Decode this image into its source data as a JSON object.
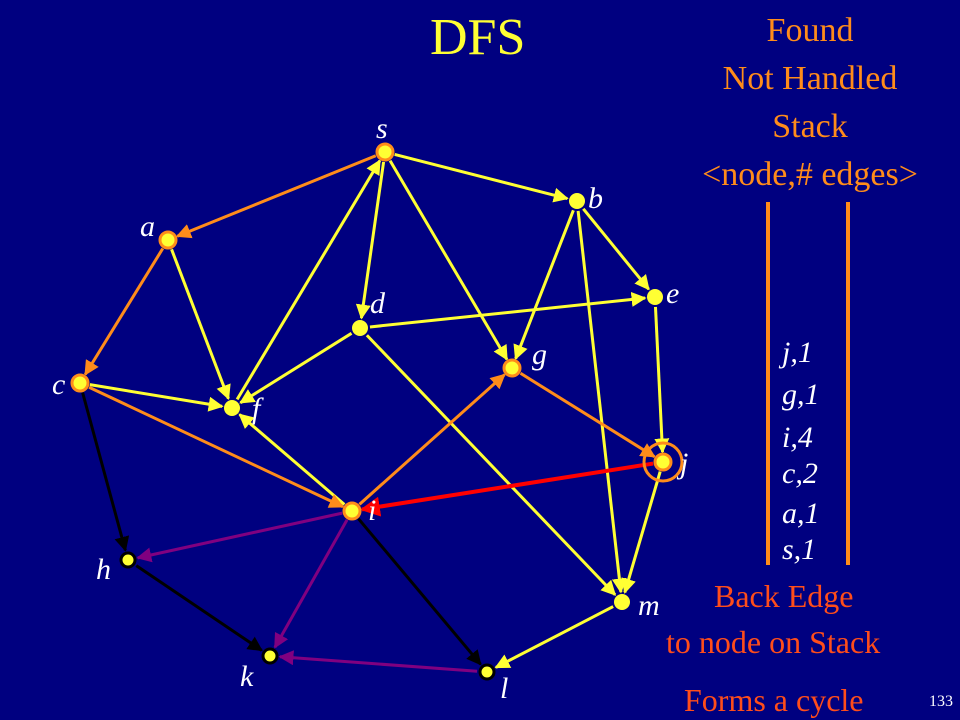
{
  "title": "DFS",
  "legend": {
    "found": "Found",
    "not_handled": "Not Handled",
    "stack": "Stack",
    "format": "<node,# edges>"
  },
  "nodes": [
    {
      "id": "s",
      "label": "s",
      "state": "handled"
    },
    {
      "id": "a",
      "label": "a",
      "state": "handled"
    },
    {
      "id": "b",
      "label": "b",
      "state": "unfound"
    },
    {
      "id": "c",
      "label": "c",
      "state": "handled"
    },
    {
      "id": "d",
      "label": "d",
      "state": "unfound"
    },
    {
      "id": "e",
      "label": "e",
      "state": "unfound"
    },
    {
      "id": "f",
      "label": "f",
      "state": "unfound"
    },
    {
      "id": "g",
      "label": "g",
      "state": "handled"
    },
    {
      "id": "i",
      "label": "i",
      "state": "handled"
    },
    {
      "id": "j",
      "label": "j",
      "state": "current"
    },
    {
      "id": "h",
      "label": "h",
      "state": "visited"
    },
    {
      "id": "k",
      "label": "k",
      "state": "visited"
    },
    {
      "id": "l",
      "label": "l",
      "state": "visited"
    },
    {
      "id": "m",
      "label": "m",
      "state": "unfound"
    }
  ],
  "edges": [
    {
      "from": "s",
      "to": "a",
      "kind": "tree"
    },
    {
      "from": "s",
      "to": "b",
      "kind": "normal"
    },
    {
      "from": "s",
      "to": "d",
      "kind": "normal"
    },
    {
      "from": "s",
      "to": "g",
      "kind": "normal"
    },
    {
      "from": "a",
      "to": "c",
      "kind": "tree"
    },
    {
      "from": "a",
      "to": "f",
      "kind": "normal"
    },
    {
      "from": "b",
      "to": "e",
      "kind": "normal"
    },
    {
      "from": "b",
      "to": "g",
      "kind": "normal"
    },
    {
      "from": "b",
      "to": "m",
      "kind": "normal"
    },
    {
      "from": "d",
      "to": "e",
      "kind": "normal"
    },
    {
      "from": "d",
      "to": "f",
      "kind": "normal"
    },
    {
      "from": "d",
      "to": "m",
      "kind": "normal"
    },
    {
      "from": "e",
      "to": "j",
      "kind": "normal"
    },
    {
      "from": "f",
      "to": "s",
      "kind": "normal"
    },
    {
      "from": "i",
      "to": "f",
      "kind": "normal"
    },
    {
      "from": "c",
      "to": "f",
      "kind": "normal"
    },
    {
      "from": "c",
      "to": "i",
      "kind": "tree"
    },
    {
      "from": "c",
      "to": "h",
      "kind": "done"
    },
    {
      "from": "h",
      "to": "k",
      "kind": "done"
    },
    {
      "from": "i",
      "to": "g",
      "kind": "tree"
    },
    {
      "from": "i",
      "to": "h",
      "kind": "cross"
    },
    {
      "from": "i",
      "to": "k",
      "kind": "cross"
    },
    {
      "from": "i",
      "to": "l",
      "kind": "done"
    },
    {
      "from": "l",
      "to": "k",
      "kind": "cross"
    },
    {
      "from": "g",
      "to": "j",
      "kind": "tree"
    },
    {
      "from": "j",
      "to": "m",
      "kind": "normal"
    },
    {
      "from": "m",
      "to": "l",
      "kind": "normal"
    },
    {
      "from": "j",
      "to": "i",
      "kind": "back"
    }
  ],
  "stack": [
    "j,1",
    "g,1",
    "i,4",
    "c,2",
    "a,1",
    "s,1"
  ],
  "notes": {
    "back_edge": "Back Edge",
    "to_node": "to node on Stack",
    "cycle": "Forms a cycle"
  },
  "page_number": "133",
  "colors": {
    "background": "#000080",
    "normal": "#ffff33",
    "tree": "#ff8c1a",
    "cross": "#800080",
    "done": "#000000",
    "back": "#ff0000",
    "label_orange": "#ff8c1a",
    "note_red": "#ff4d1a"
  }
}
